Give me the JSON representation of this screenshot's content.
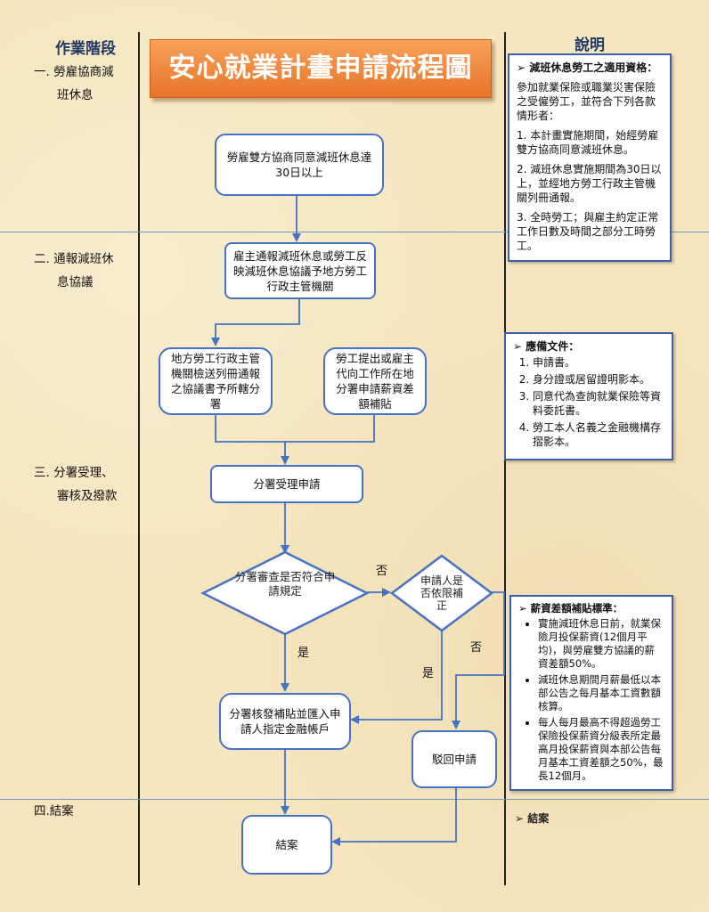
{
  "header": {
    "stage_column_title": "作業階段",
    "title": "安心就業計畫申請流程圖",
    "description_column_title": "說明"
  },
  "stages": [
    {
      "line1": "一. 勞雇協商減",
      "line2": "班休息"
    },
    {
      "line1": "二. 通報減班休",
      "line2": "息協議"
    },
    {
      "line1": "三. 分署受理、",
      "line2": "審核及撥款"
    },
    {
      "line1": "四.結案",
      "line2": ""
    }
  ],
  "nodes": {
    "negotiate": "勞雇雙方協商同意減班休息達30日以上",
    "notify": "雇主通報減班休息或勞工反映減班休息協議予地方勞工行政主管機關",
    "local_gov": "地方勞工行政主管機關檢送列冊通報之協議書予所轄分署",
    "worker_apply": "勞工提出或雇主代向工作所在地分署申請薪資差額補貼",
    "accept": "分署受理申請",
    "review": "分署審查是否符合申請規定",
    "correct": "申請人是否依限補正",
    "pay": "分署核發補貼並匯入申請人指定金融帳戶",
    "reject": "駁回申請",
    "close": "結案"
  },
  "edge_labels": {
    "review_no": "否",
    "review_yes": "是",
    "correct_yes": "是",
    "correct_no": "否"
  },
  "notes": {
    "eligibility": {
      "title": "減班休息勞工之適用資格：",
      "intro": "參加就業保險或職業災害保險之受僱勞工，並符合下列各款情形者：",
      "items": [
        "1. 本計畫實施期間，始經勞雇雙方協商同意減班休息。",
        "2. 減班休息實施期間為30日以上，並經地方勞工行政主管機關列冊通報。",
        "3. 全時勞工；與雇主約定正常工作日數及時間之部分工時勞工。"
      ]
    },
    "documents": {
      "title": "應備文件：",
      "items": [
        "申請書。",
        "身分證或居留證明影本。",
        "同意代為查詢就業保險等資料委託書。",
        "勞工本人名義之金融機構存摺影本。"
      ]
    },
    "subsidy": {
      "title": "薪資差額補貼標準：",
      "items": [
        "實施減班休息日前，就業保險月投保薪資(12個月平均)，與勞雇雙方協議的薪資差額50%。",
        "減班休息期間月薪最低以本部公告之每月基本工資數額核算。",
        "每人每月最高不得超過勞工保險投保薪資分級表所定最高月投保薪資與本部公告每月基本工資差額之50%，最長12個月。"
      ]
    },
    "closing": {
      "title": "結案"
    }
  },
  "colors": {
    "background": "#f6e6bf",
    "node_border": "#4472c4",
    "arrow": "#4472c4",
    "title_fill": "#e8742a",
    "heading_text": "#1f3864"
  }
}
